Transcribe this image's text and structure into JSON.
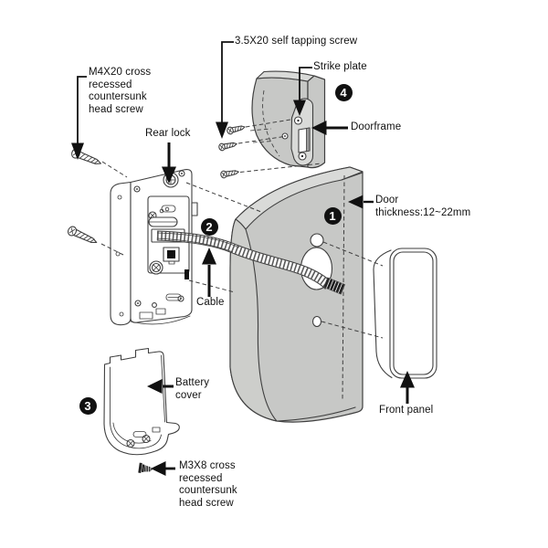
{
  "diagram": {
    "type": "door-lock-installation-exploded-view",
    "labels": {
      "self_tapping_screw": "3.5X20 self tapping screw",
      "strike_plate": "Strike plate",
      "doorframe": "Doorframe",
      "m4x20_screw": "M4X20 cross\nrecessed\ncountersunk\nhead screw",
      "rear_lock": "Rear lock",
      "door_thickness": "Door\nthickness:12~22mm",
      "cable": "Cable",
      "battery_cover": "Battery\ncover",
      "front_panel": "Front panel",
      "m3x8_screw": "M3X8 cross\nrecessed\ncountersunk\nhead screw"
    },
    "steps": {
      "door": "1",
      "cable": "2",
      "battery_cover": "3",
      "strike_plate": "4"
    },
    "colors": {
      "line": "#3f3f3f",
      "ink": "#111111",
      "part_fill": "#c7c8c6",
      "part_fill_light": "#d9dad8",
      "part_fill_mid": "#cdcecb",
      "background": "#ffffff"
    }
  }
}
